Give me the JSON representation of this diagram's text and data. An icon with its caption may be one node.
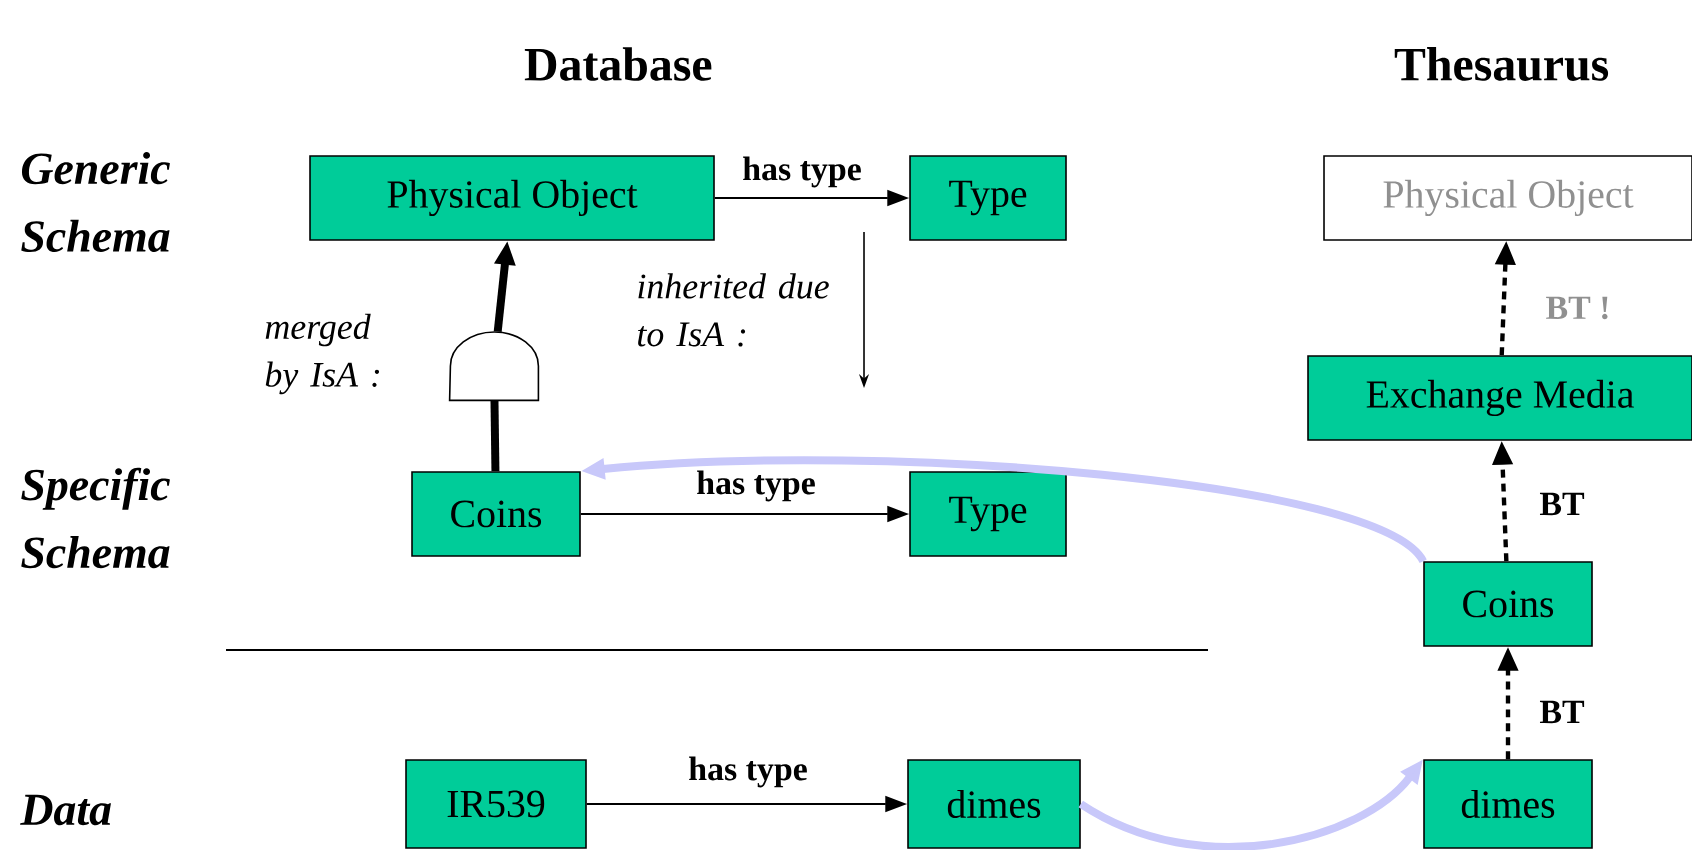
{
  "diagram": {
    "nodes": [
      {
        "text": [
          "Physical Object"
        ]
      },
      {
        "text": [
          "Type"
        ]
      },
      {
        "text": [],
        "shape": "gate"
      },
      {
        "text": [
          "Coins"
        ]
      },
      {
        "text": [
          "Type"
        ]
      },
      {
        "text": [
          "IR539"
        ]
      },
      {
        "text": [
          "dimes"
        ]
      },
      {
        "text": [
          "Physical Object"
        ]
      },
      {
        "text": [
          "Exchange Media"
        ]
      },
      {
        "text": [
          "Coins"
        ]
      },
      {
        "text": [
          "dimes"
        ]
      }
    ],
    "edges": [
      {
        "from": 0,
        "to": 1,
        "arrow": "to",
        "label": "has type"
      },
      {
        "from": 3,
        "to": 2,
        "arrow": "none",
        "style": "thick"
      },
      {
        "from": 2,
        "to": 0,
        "arrow": "to",
        "style": "thick"
      },
      {
        "from": 3,
        "to": 4,
        "arrow": "to",
        "label": "has type"
      },
      {
        "from": 5,
        "to": 6,
        "arrow": "to",
        "label": "has type"
      },
      {
        "from": 10,
        "to": 9,
        "arrow": "to",
        "style": "dashed",
        "label": "BT"
      },
      {
        "from": 9,
        "to": 8,
        "arrow": "to",
        "style": "dashed",
        "label": "BT"
      },
      {
        "from": 8,
        "to": 7,
        "arrow": "to",
        "style": "dashed",
        "label": "BT !"
      },
      {
        "from": 6,
        "to": 10,
        "arrow": "to",
        "style": "thick",
        "color": "#c8c8fa"
      },
      {
        "from": 9,
        "to": 3,
        "arrow": "to",
        "style": "thick",
        "color": "#c8c8fa"
      }
    ],
    "labels": [
      "Database",
      "Thesaurus",
      "Generic Schema",
      "merged by IsA :",
      "inherited due to IsA :",
      "Specific Schema",
      "Data"
    ]
  }
}
